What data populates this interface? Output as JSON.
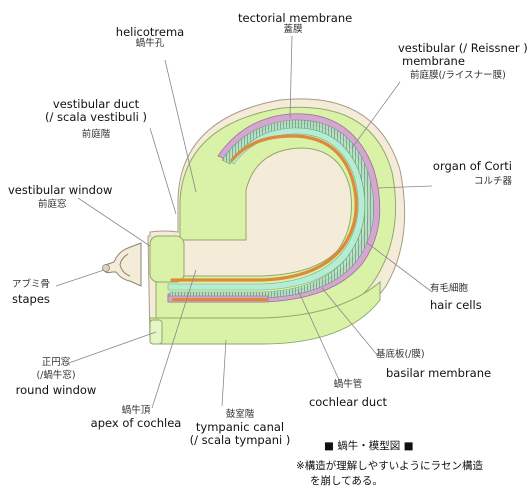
{
  "labels": {
    "tectorial": {
      "en": "tectorial membrane",
      "jp": "蓋膜"
    },
    "helicotrema": {
      "en": "helicotrema",
      "jp": "蝸牛孔"
    },
    "reissner": {
      "en1": "vestibular (/ Reissner )",
      "en2": "membrane",
      "jp": "前庭膜(/ライスナー膜)"
    },
    "vestibular_duct": {
      "en1": "vestibular duct",
      "en2": "(/ scala vestibuli )",
      "jp": "前庭階"
    },
    "organ_corti": {
      "en": "organ of Corti",
      "jp": "コルチ器"
    },
    "vestibular_window": {
      "en": "vestibular window",
      "jp": "前庭窓"
    },
    "stapes": {
      "en": "stapes",
      "jp": "アブミ骨"
    },
    "hair_cells": {
      "en": "hair cells",
      "jp": "有毛細胞"
    },
    "basilar": {
      "en": "basilar membrane",
      "jp": "基底板(/膜)"
    },
    "round_window": {
      "en": "round window",
      "jp1": "正円窓",
      "jp2": "(/蝸牛窓)"
    },
    "cochlear_duct": {
      "en": "cochlear duct",
      "jp": "蝸牛管"
    },
    "apex": {
      "en": "apex of cochlea",
      "jp": "蝸牛頂"
    },
    "tympanic": {
      "en1": "tympanic canal",
      "en2": "(/ scala tympani )",
      "jp": "鼓室階"
    }
  },
  "caption": {
    "title": "■ 蝸牛・模型図 ■",
    "note1": "※構造が理解しやすいようにラセン構造",
    "note2": "を崩してある。"
  },
  "colors": {
    "scala": "#d9f2a8",
    "scala_stroke": "#8fa86a",
    "duct": "#b6ecd4",
    "membrane": "#d5a6cf",
    "basilar": "#dd8a3a",
    "hair_cells": "#93c6a8",
    "bone": "#f4ecd8",
    "leader": "#888888"
  }
}
